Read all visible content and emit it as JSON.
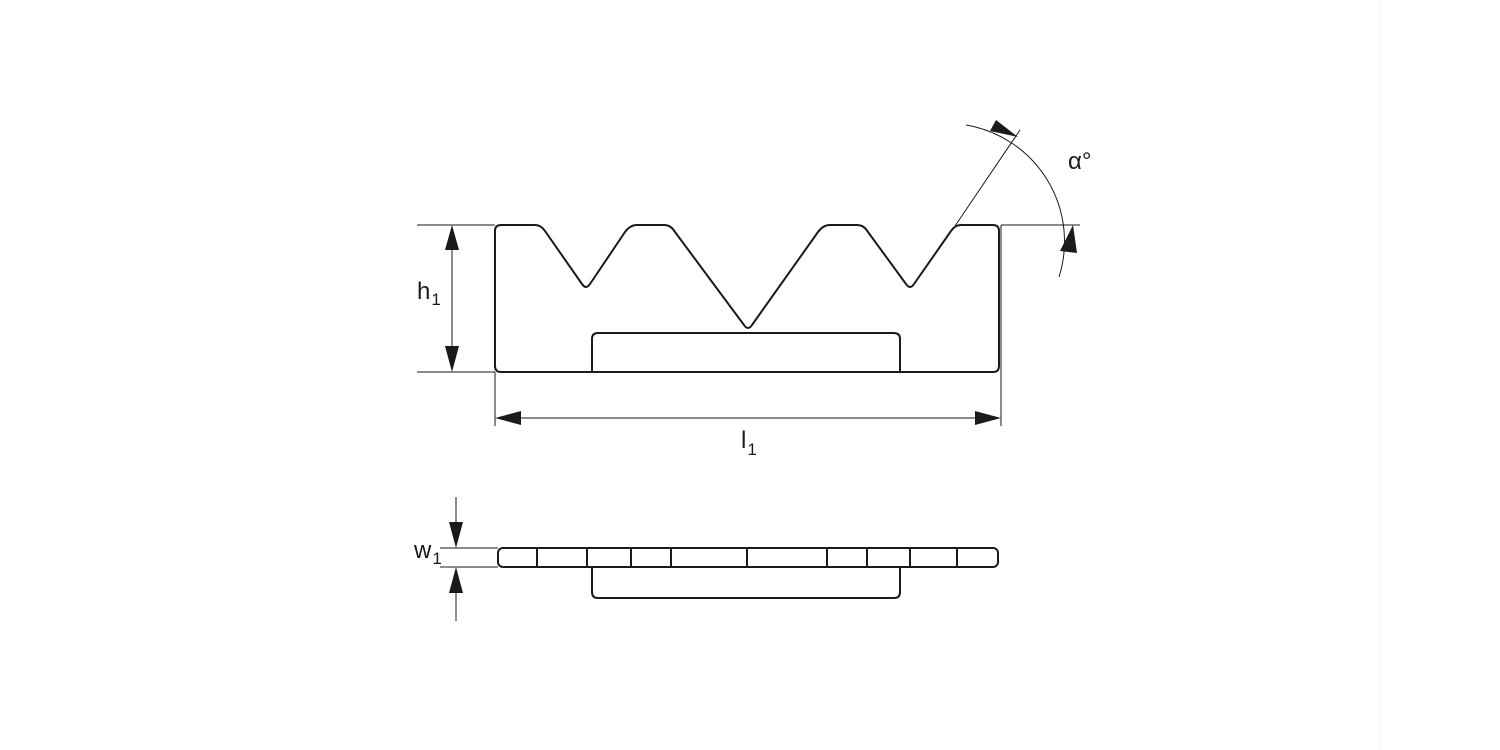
{
  "dimensions": {
    "height": {
      "symbol": "h",
      "subscript": "1"
    },
    "length": {
      "symbol": "l",
      "subscript": "1"
    },
    "width": {
      "symbol": "w",
      "subscript": "1"
    },
    "angle": {
      "symbol": "α°"
    }
  },
  "colors": {
    "line": "#1a1a1a",
    "background": "#ffffff"
  }
}
